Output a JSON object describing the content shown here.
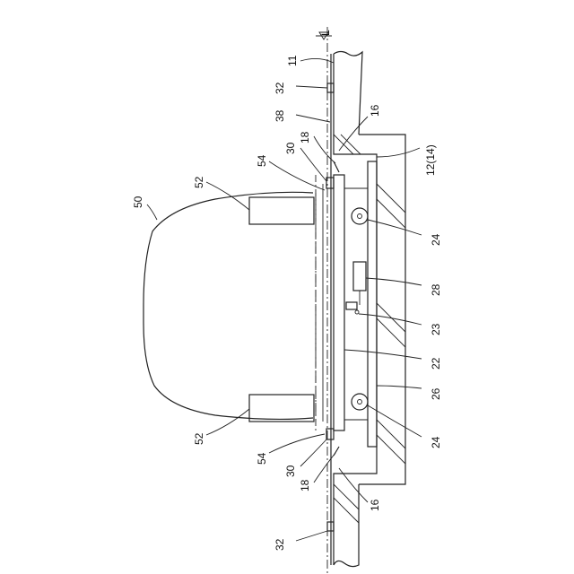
{
  "labels": {
    "plane": "L",
    "l11": "11",
    "l32a": "32",
    "l32b": "32",
    "l38": "38",
    "l16a": "16",
    "l16b": "16",
    "l18a": "18",
    "l18b": "18",
    "l30a": "30",
    "l30b": "30",
    "l12": "12(14)",
    "l54a": "54",
    "l54b": "54",
    "l52a": "52",
    "l52b": "52",
    "l50": "50",
    "l24a": "24",
    "l24b": "24",
    "l28": "28",
    "l23": "23",
    "l22": "22",
    "l26": "26"
  }
}
